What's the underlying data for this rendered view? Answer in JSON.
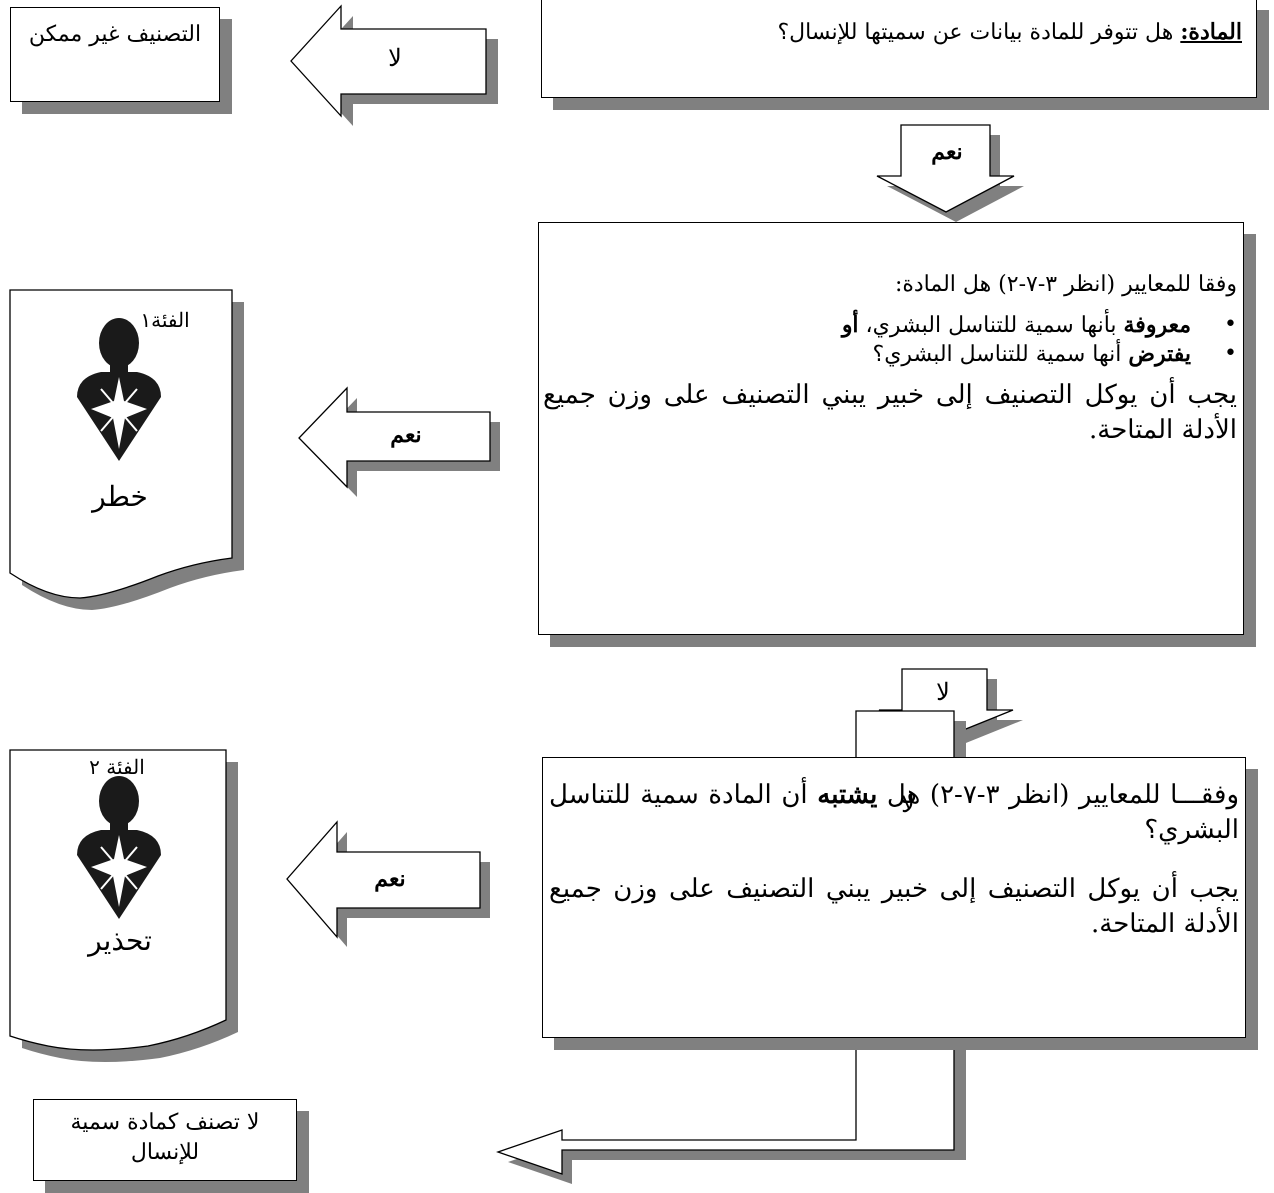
{
  "question_1": {
    "label": "المادة:",
    "text": " هل تتوفر للمادة بيانات عن سميتها للإنسال؟"
  },
  "result_not_possible": "التصنيف غير ممكن",
  "arrows": {
    "no_1": "لا",
    "yes_1": "نعم",
    "yes_2": "نعم",
    "no_2": "لا",
    "yes_3": "نعم",
    "no_3": "لا"
  },
  "question_2": {
    "intro": "وفقا للمعايير (انظر ٣-٧-٢) هل المادة:",
    "bullet_1_bold": "معروفة",
    "bullet_1_text": " بأنها سمية للتناسل البشري، ",
    "bullet_1_or": "أو",
    "bullet_2_bold": "يفترض",
    "bullet_2_text": " أنها سمية للتناسل البشري؟",
    "note": "يجب أن يوكل التصنيف إلى خبير يبني التصنيف على وزن جميع الأدلة المتاحة."
  },
  "category_1": {
    "title": "الفئة١",
    "signal_word": "خطر",
    "icon": "health-hazard-pictogram"
  },
  "question_3": {
    "part_1": "وفقـــا للمعايير (انظر ٣-٧-٢) هل ",
    "bold": "يشتبه",
    "part_2": " أن المادة سمية للتناسل البشري؟",
    "note": "يجب أن يوكل التصنيف إلى خبير يبني التصنيف على وزن جميع الأدلة المتاحة."
  },
  "category_2": {
    "title": "الفئة ٢",
    "signal_word": "تحذير",
    "icon": "health-hazard-pictogram"
  },
  "result_not_classified": "لا تصنف كمادة سمية للإنسال",
  "colors": {
    "shadow": "#808080",
    "border": "#000000",
    "fill": "#ffffff"
  }
}
